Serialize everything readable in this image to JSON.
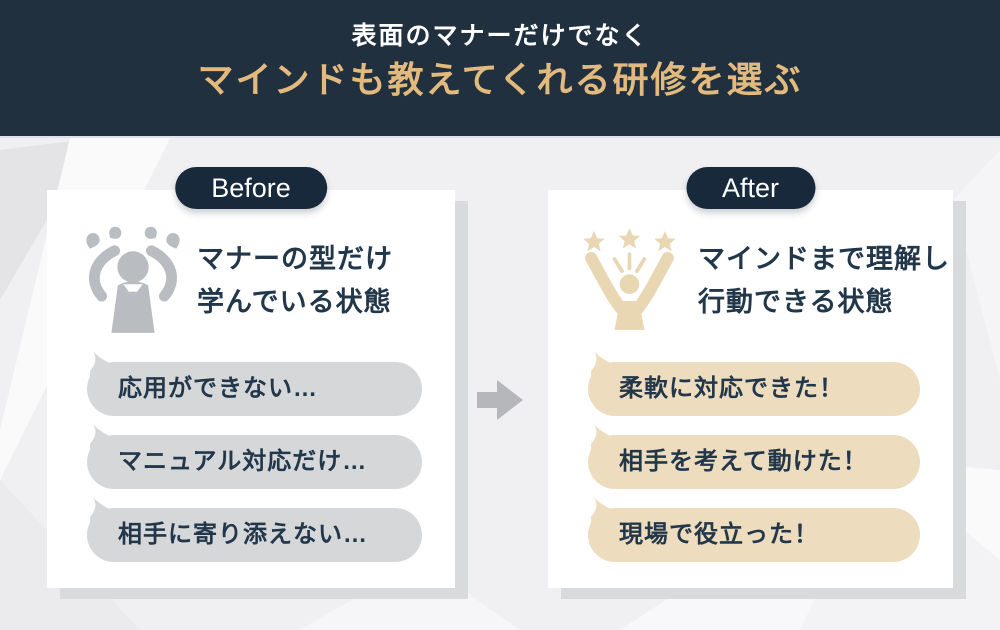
{
  "header": {
    "line1": "表面のマナーだけでなく",
    "line2": "マインドも教えてくれる研修を選ぶ"
  },
  "before": {
    "label": "Before",
    "icon": "stressed-person-icon",
    "title_line1": "マナーの型だけ",
    "title_line2": "学んでいる状態",
    "bubbles": [
      "応用ができない…",
      "マニュアル対応だけ…",
      "相手に寄り添えない…"
    ]
  },
  "after": {
    "label": "After",
    "icon": "celebrating-person-stars-icon",
    "title_line1": "マインドまで理解し",
    "title_line2": "行動できる状態",
    "bubbles": [
      "柔軟に対応できた！",
      "相手を考えて動けた！",
      "現場で役立った！"
    ]
  },
  "arrow": "right-arrow-icon",
  "colors": {
    "header_bg": "#20303f",
    "accent_gold": "#e3ba7e",
    "pill_bg": "#17293a",
    "card_bg": "#ffffff",
    "card_shadow": "#d9dadc",
    "bubble_gray": "#d6d7d9",
    "bubble_tan": "#eedcbe",
    "text_navy": "#22374a",
    "icon_gray": "#b9bcc1",
    "icon_tan": "#e9d6b2",
    "arrow_gray": "#b5b7ba",
    "page_bg": "#f0f0f2"
  }
}
